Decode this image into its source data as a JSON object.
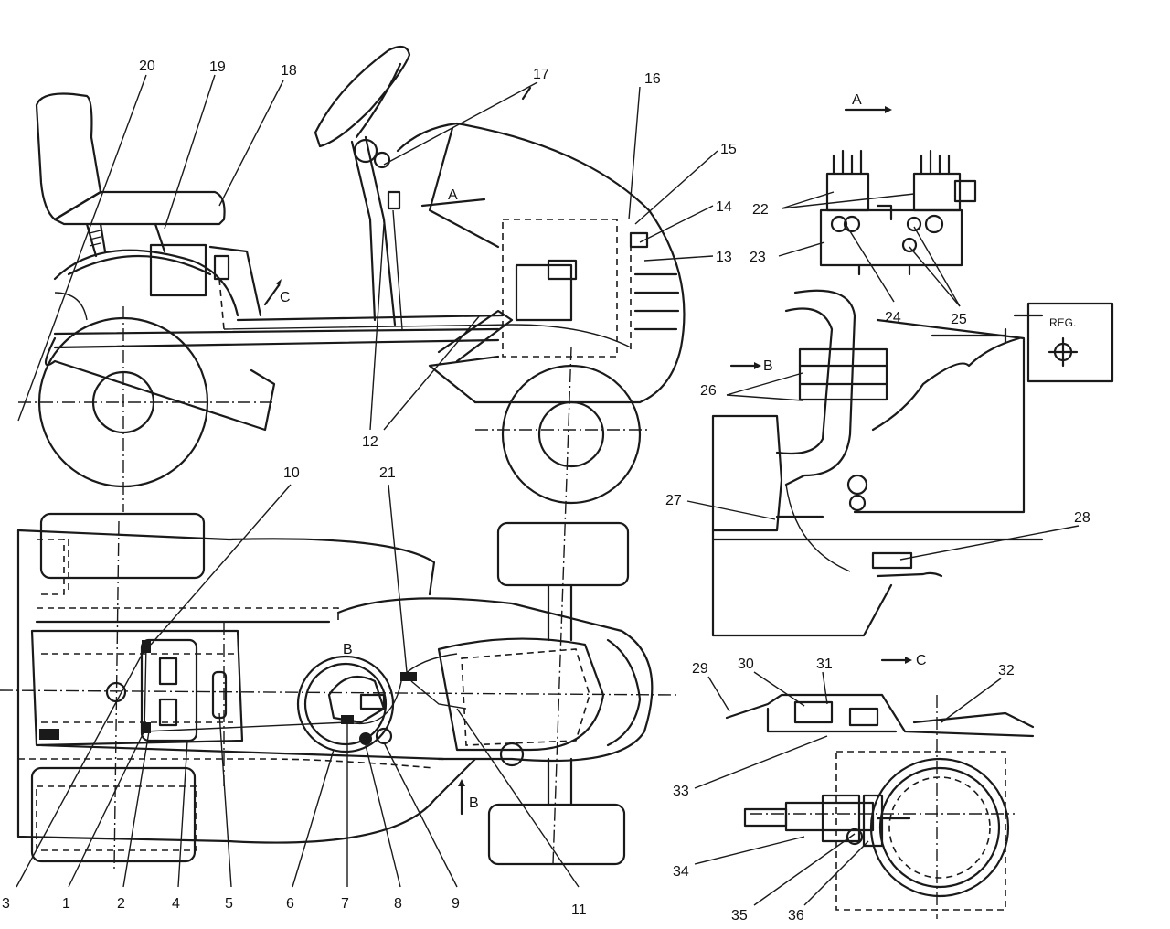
{
  "callouts": [
    "1",
    "2",
    "3",
    "4",
    "5",
    "6",
    "7",
    "8",
    "9",
    "10",
    "11",
    "12",
    "13",
    "14",
    "15",
    "16",
    "17",
    "18",
    "19",
    "20",
    "21",
    "22",
    "23",
    "24",
    "25",
    "26",
    "27",
    "28",
    "29",
    "30",
    "31",
    "32",
    "33",
    "34",
    "35",
    "36"
  ],
  "view_markers": {
    "a_arrow": "A",
    "a_section": "A",
    "b_arrow": "B",
    "b_section": "B",
    "b_marker": "B",
    "c_arrow": "C",
    "c_section": "C"
  },
  "reg_label": "REG."
}
